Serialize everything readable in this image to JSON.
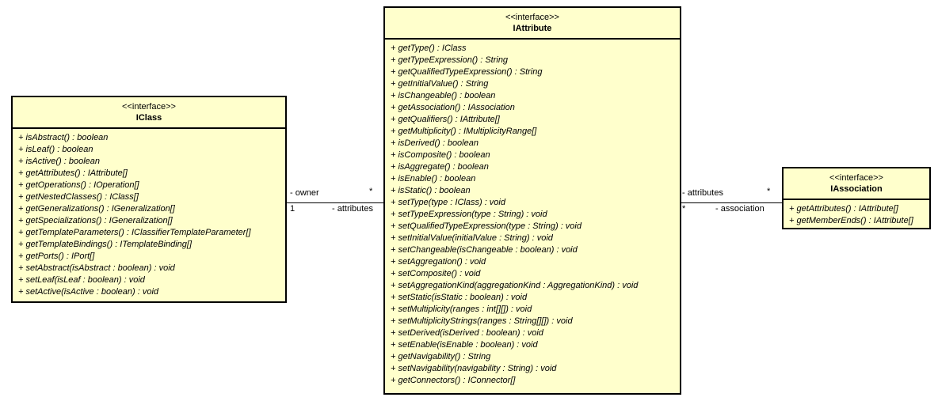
{
  "diagram": {
    "type": "uml-class-diagram",
    "background": "#ffffff",
    "class_fill": "#ffffcc",
    "border_color": "#000000"
  },
  "classes": {
    "iclass": {
      "stereotype": "<<interface>>",
      "name": "IClass",
      "members": [
        "+ isAbstract() : boolean",
        "+ isLeaf() : boolean",
        "+ isActive() : boolean",
        "+ getAttributes() : IAttribute[]",
        "+ getOperations() : IOperation[]",
        "+ getNestedClasses() : IClass[]",
        "+ getGeneralizations() : IGeneralization[]",
        "+ getSpecializations() : IGeneralization[]",
        "+ getTemplateParameters() : IClassifierTemplateParameter[]",
        "+ getTemplateBindings() : ITemplateBinding[]",
        "+ getPorts() : IPort[]",
        "+ setAbstract(isAbstract : boolean) : void",
        "+ setLeaf(isLeaf : boolean) : void",
        "+ setActive(isActive : boolean) : void"
      ]
    },
    "iattribute": {
      "stereotype": "<<interface>>",
      "name": "IAttribute",
      "members": [
        "+ getType() : IClass",
        "+ getTypeExpression() : String",
        "+ getQualifiedTypeExpression() : String",
        "+ getInitialValue() : String",
        "+ isChangeable() : boolean",
        "+ getAssociation() : IAssociation",
        "+ getQualifiers() : IAttribute[]",
        "+ getMultiplicity() : IMultiplicityRange[]",
        "+ isDerived() : boolean",
        "+ isComposite() : boolean",
        "+ isAggregate() : boolean",
        "+ isEnable() : boolean",
        "+ isStatic() : boolean",
        "+ setType(type : IClass) : void",
        "+ setTypeExpression(type : String) : void",
        "+ setQualifiedTypeExpression(type : String) : void",
        "+ setInitialValue(initialValue : String) : void",
        "+ setChangeable(isChangeable : boolean) : void",
        "+ setAggregation() : void",
        "+ setComposite() : void",
        "+ setAggregationKind(aggregationKind : AggregationKind) : void",
        "+ setStatic(isStatic : boolean) : void",
        "+ setMultiplicity(ranges : int[][]) : void",
        "+ setMultiplicityStrings(ranges : String[][]) : void",
        "+ setDerived(isDerived : boolean) : void",
        "+ setEnable(isEnable : boolean) : void",
        "+ getNavigability() : String",
        "+ setNavigability(navigability : String) : void",
        "+ getConnectors() : IConnector[]"
      ]
    },
    "iassociation": {
      "stereotype": "<<interface>>",
      "name": "IAssociation",
      "members": [
        "+ getAttributes() : IAttribute[]",
        "+ getMemberEnds() : IAttribute[]"
      ]
    }
  },
  "associations": {
    "iclass_iattribute": {
      "source_role": "- owner",
      "source_multiplicity": "1",
      "target_role": "- attributes",
      "target_multiplicity": "*"
    },
    "iattribute_iassociation": {
      "source_role": "- attributes",
      "source_multiplicity": "*",
      "target_role": "- association",
      "target_multiplicity": "*"
    }
  }
}
